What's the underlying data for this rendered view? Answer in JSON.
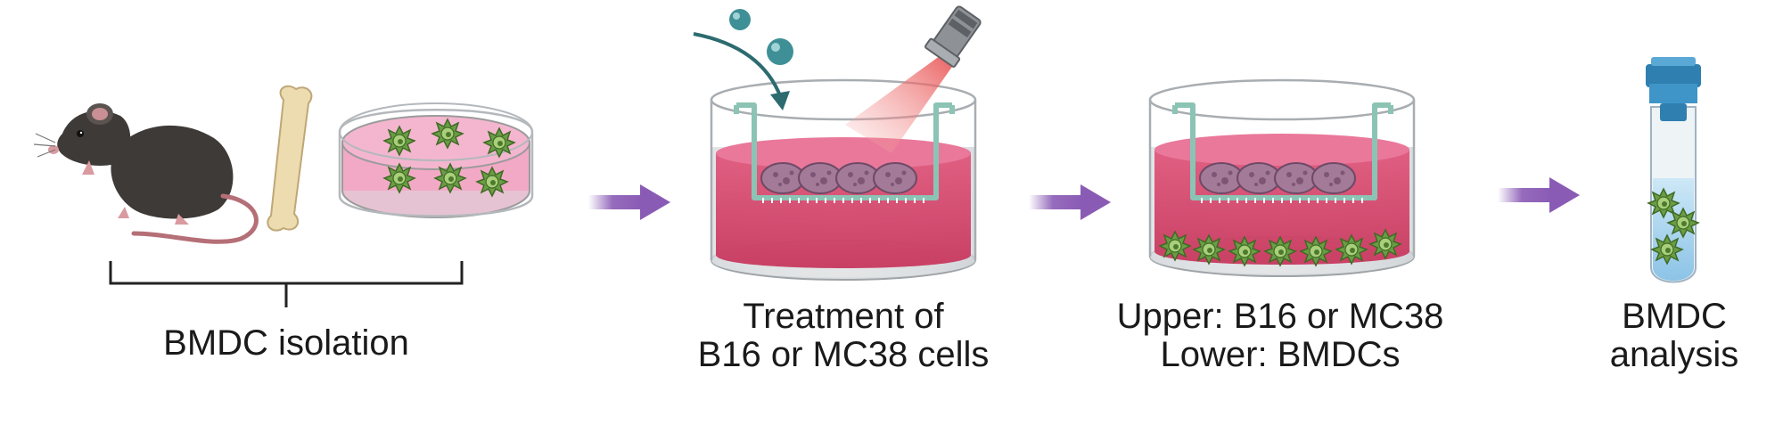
{
  "steps": [
    {
      "id": "isolation",
      "lines": [
        "BMDC isolation"
      ]
    },
    {
      "id": "treatment",
      "lines": [
        "Treatment of",
        "B16 or MC38 cells"
      ]
    },
    {
      "id": "coculture",
      "lines": [
        "Upper: B16 or MC38",
        "Lower: BMDCs"
      ]
    },
    {
      "id": "analysis",
      "lines": [
        "BMDC",
        "analysis"
      ]
    }
  ],
  "icons": [
    "mouse-icon",
    "bone-icon",
    "petri-dish-icon",
    "transwell-icon",
    "irradiation-lamp-icon",
    "culture-tube-icon",
    "arrow-right-icon"
  ],
  "colors": {
    "arrow": "#8a5bb5",
    "media": "#d6486e",
    "dish_media": "#f2a9c6",
    "dendritic_cell": "#6a9d45",
    "tumor_cell": "#9a6f8f",
    "particle": "#3f8f96",
    "tube_cap": "#2f7fb0",
    "mouse": "#3e3a38"
  }
}
